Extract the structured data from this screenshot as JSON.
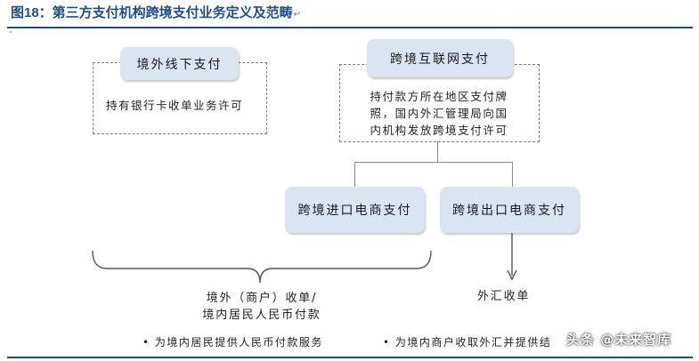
{
  "header": {
    "title": "图18：第三方支付机构跨境支付业务定义及范畴",
    "title_mark": "↵"
  },
  "nodes": {
    "offshore_offline": {
      "label": "境外线下支付",
      "desc": "持有银行卡收单业务许可"
    },
    "cross_border_internet": {
      "label": "跨境互联网支付",
      "desc_lines": [
        "持付款方所在地区支付牌",
        "照，国内外汇管理局向国",
        "内机构发放跨境支付许可"
      ]
    },
    "import_ecommerce": {
      "label": "跨境进口电商支付"
    },
    "export_ecommerce": {
      "label": "跨境出口电商支付"
    }
  },
  "outcomes": {
    "import_lines": [
      "境外（商户）收单/",
      "境内居民人民币付款"
    ],
    "export_line": "外汇收单"
  },
  "bullets": [
    "• 为境内居民提供人民币付款服务",
    "• 为境内商户收取外汇并提供结"
  ],
  "watermark": "头条 @未来智库",
  "colors": {
    "title": "#1e4e8c",
    "pill": "#dbe4f1",
    "connector": "#8a8a8a"
  }
}
